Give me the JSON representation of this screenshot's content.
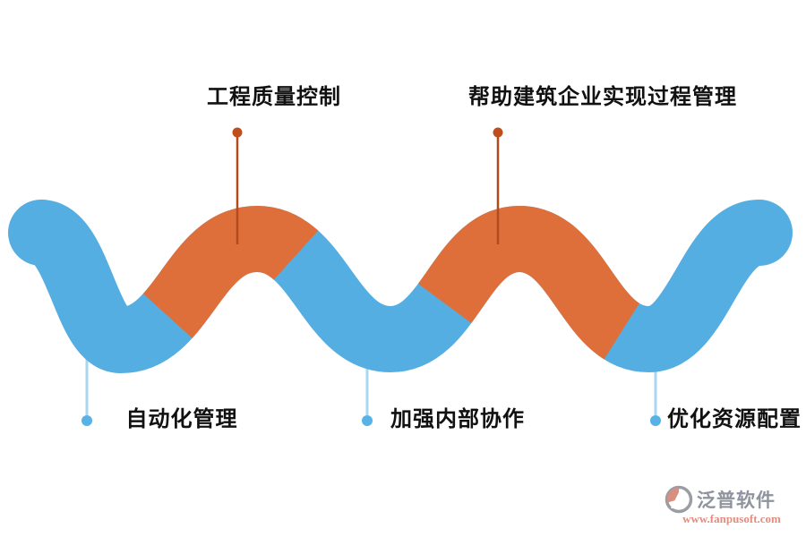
{
  "diagram": {
    "top_labels": [
      {
        "text": "工程质量控制"
      },
      {
        "text": "帮助建筑企业实现过程管理"
      }
    ],
    "bottom_labels": [
      {
        "text": "自动化管理"
      },
      {
        "text": "加强内部协作"
      },
      {
        "text": "优化资源配置"
      }
    ],
    "colors": {
      "wave_blue": "#55AEE1",
      "wave_orange": "#DF6F3A",
      "callout_orange_line": "#B34A1C",
      "callout_orange_dot": "#BF4E1C",
      "callout_blue_line": "#A9D6F0",
      "callout_blue_dot": "#58B2E6",
      "label_text": "#111111"
    }
  },
  "watermark": {
    "brand": "泛普软件",
    "url": "www.fanpusoft.com",
    "brand_color": "#8F939D",
    "url_color": "#E28D7E",
    "icon": "fanpu-swirl-icon"
  }
}
